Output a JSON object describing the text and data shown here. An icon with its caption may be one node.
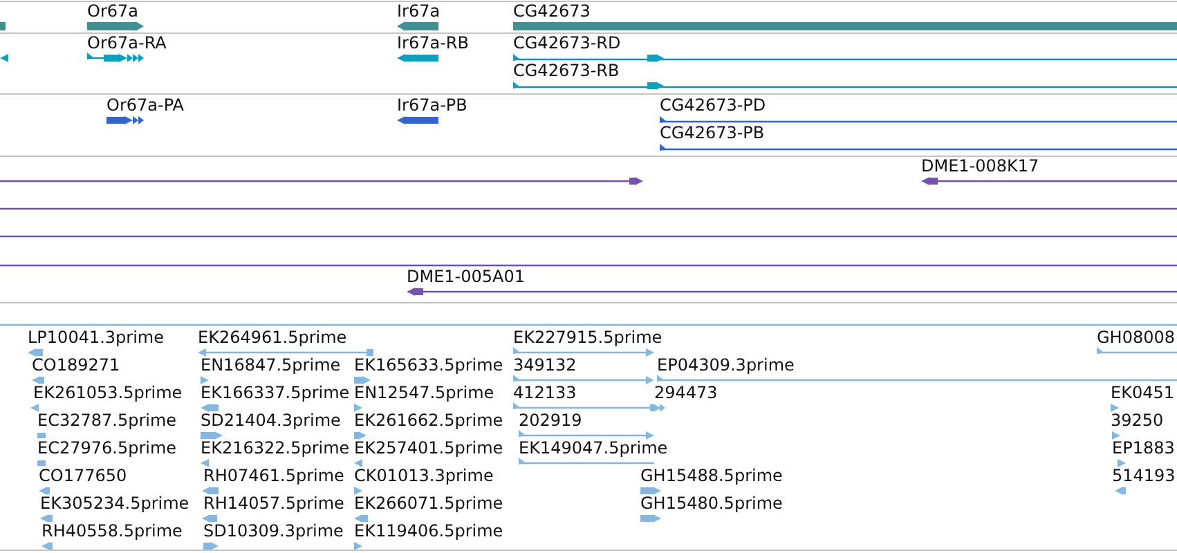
{
  "diagram": {
    "labels": [
      "Or67a",
      "Ir67a",
      "CG42673",
      "Or67a-RA",
      "Ir67a-RB",
      "CG42673-RD",
      "CG42673-RB",
      "Or67a-PA",
      "Ir67a-PB",
      "CG42673-PD",
      "CG42673-PB",
      "DME1-008K17",
      "DME1-005A01",
      "LP10041.3prime",
      "EK264961.5prime",
      "EK227915.5prime",
      "GH08008",
      "CO189271",
      "EN16847.5prime",
      "EK165633.5prime",
      "349132",
      "EP04309.3prime",
      "EK261053.5prime",
      "EK166337.5prime",
      "EN12547.5prime",
      "412133",
      "294473",
      "EK0451",
      "EC32787.5prime",
      "SD21404.3prime",
      "EK261662.5prime",
      "202919",
      "39250",
      "EC27976.5prime",
      "EK216322.5prime",
      "EK257401.5prime",
      "EK149047.5prime",
      "EP1883",
      "CO177650",
      "RH07461.5prime",
      "CK01013.3prime",
      "GH15488.5prime",
      "514193",
      "EK305234.5prime",
      "RH14057.5prime",
      "EK266071.5prime",
      "GH15480.5prime",
      "RH40558.5prime",
      "SD10309.3prime",
      "EK119406.5prime"
    ]
  }
}
